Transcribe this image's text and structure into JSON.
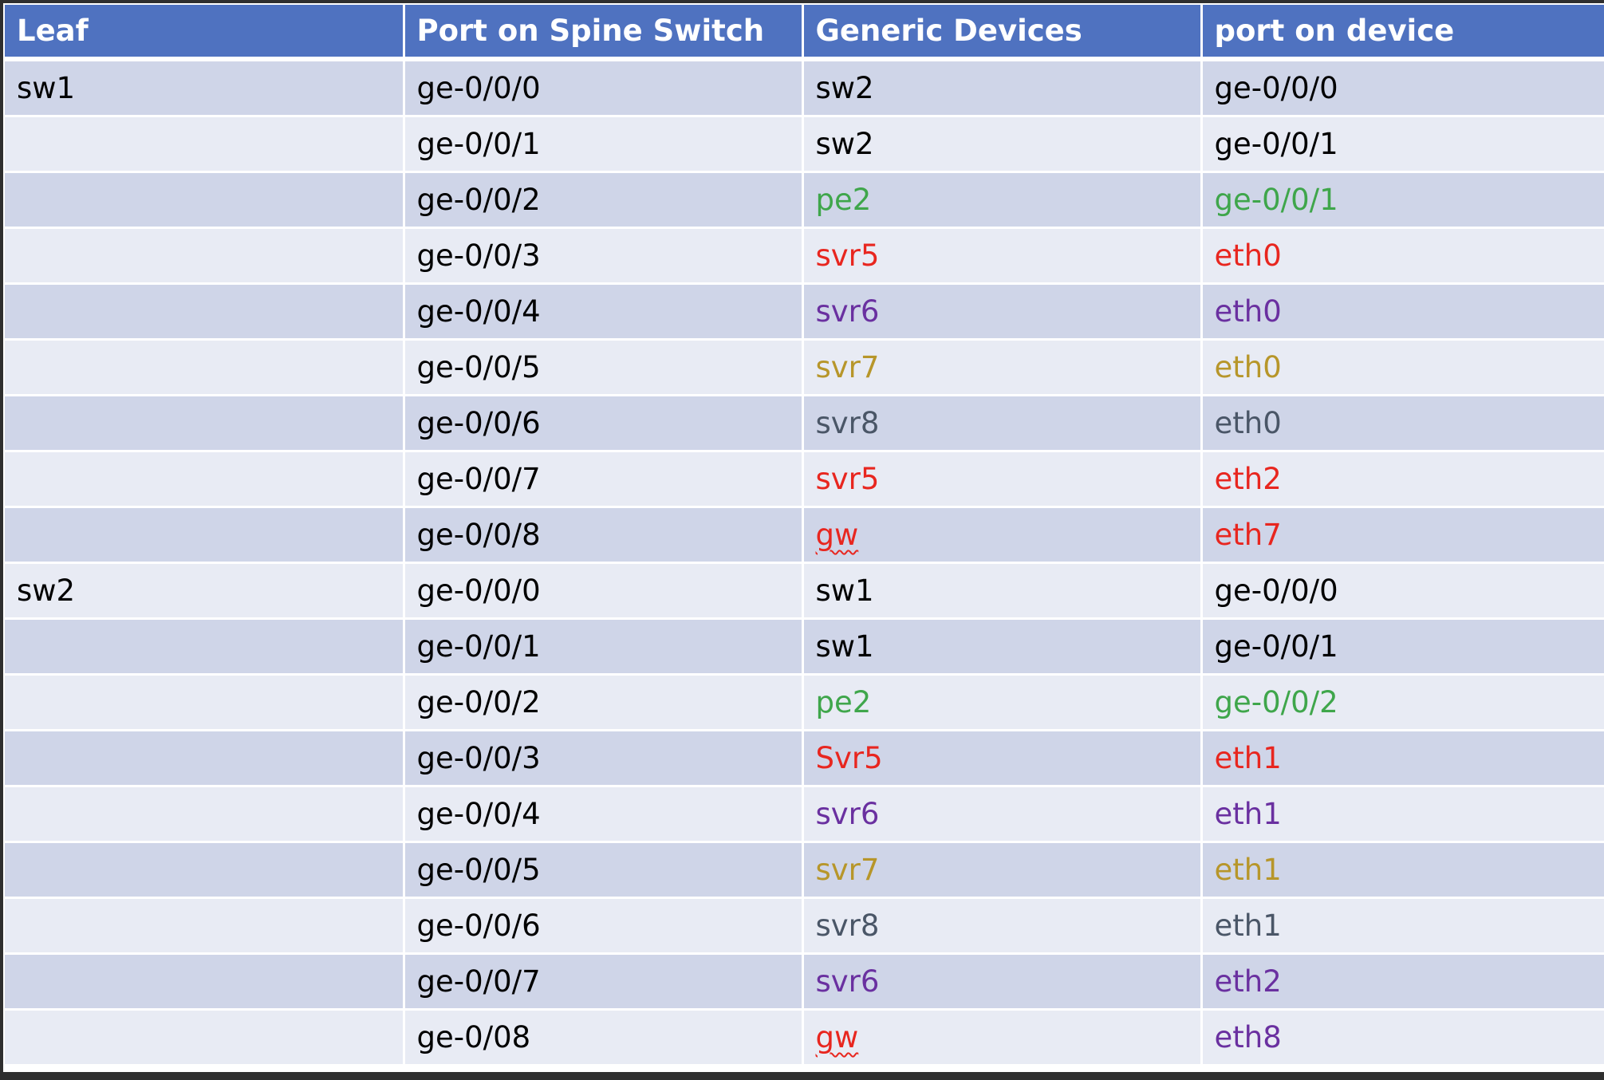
{
  "table": {
    "headers": [
      "Leaf",
      "Port on Spine Switch",
      "Generic Devices",
      "port on device"
    ],
    "rows": [
      {
        "leaf": "sw1",
        "spine_port": "ge-0/0/0",
        "device": "sw2",
        "device_port": "ge-0/0/0",
        "color": "black"
      },
      {
        "leaf": "",
        "spine_port": "ge-0/0/1",
        "device": "sw2",
        "device_port": "ge-0/0/1",
        "color": "black"
      },
      {
        "leaf": "",
        "spine_port": "ge-0/0/2",
        "device": "pe2",
        "device_port": "ge-0/0/1",
        "color": "green"
      },
      {
        "leaf": "",
        "spine_port": "ge-0/0/3",
        "device": "svr5",
        "device_port": "eth0",
        "color": "red"
      },
      {
        "leaf": "",
        "spine_port": "ge-0/0/4",
        "device": "svr6",
        "device_port": "eth0",
        "color": "purple"
      },
      {
        "leaf": "",
        "spine_port": "ge-0/0/5",
        "device": "svr7",
        "device_port": "eth0",
        "color": "gold"
      },
      {
        "leaf": "",
        "spine_port": "ge-0/0/6",
        "device": "svr8",
        "device_port": "eth0",
        "color": "gray"
      },
      {
        "leaf": "",
        "spine_port": "ge-0/0/7",
        "device": "svr5",
        "device_port": "eth2",
        "color": "red"
      },
      {
        "leaf": "",
        "spine_port": "ge-0/0/8",
        "device": "gw",
        "device_port": "eth7",
        "color": "red",
        "squiggle": true
      },
      {
        "leaf": "sw2",
        "spine_port": "ge-0/0/0",
        "device": "sw1",
        "device_port": "ge-0/0/0",
        "color": "black"
      },
      {
        "leaf": "",
        "spine_port": "ge-0/0/1",
        "device": "sw1",
        "device_port": "ge-0/0/1",
        "color": "black"
      },
      {
        "leaf": "",
        "spine_port": "ge-0/0/2",
        "device": "pe2",
        "device_port": "ge-0/0/2",
        "color": "green"
      },
      {
        "leaf": "",
        "spine_port": "ge-0/0/3",
        "device": "Svr5",
        "device_port": "eth1",
        "color": "red"
      },
      {
        "leaf": "",
        "spine_port": "ge-0/0/4",
        "device": "svr6",
        "device_port": "eth1",
        "color": "purple"
      },
      {
        "leaf": "",
        "spine_port": "ge-0/0/5",
        "device": "svr7",
        "device_port": "eth1",
        "color": "gold"
      },
      {
        "leaf": "",
        "spine_port": "ge-0/0/6",
        "device": "svr8",
        "device_port": "eth1",
        "color": "gray"
      },
      {
        "leaf": "",
        "spine_port": "ge-0/0/7",
        "device": "svr6",
        "device_port": "eth2",
        "color": "purple"
      },
      {
        "leaf": "",
        "spine_port": "ge-0/08",
        "device": "gw",
        "device_port": "eth8",
        "color": "purple",
        "device_color": "red",
        "squiggle": true
      }
    ]
  },
  "colors": {
    "header_bg": "#4f72c0",
    "row_odd": "#cfd5e8",
    "row_even": "#e8ebf4",
    "green": "#3fa64b",
    "red": "#e8261f",
    "purple": "#6a30a0",
    "gold": "#b7962a",
    "gray": "#4a5667"
  }
}
